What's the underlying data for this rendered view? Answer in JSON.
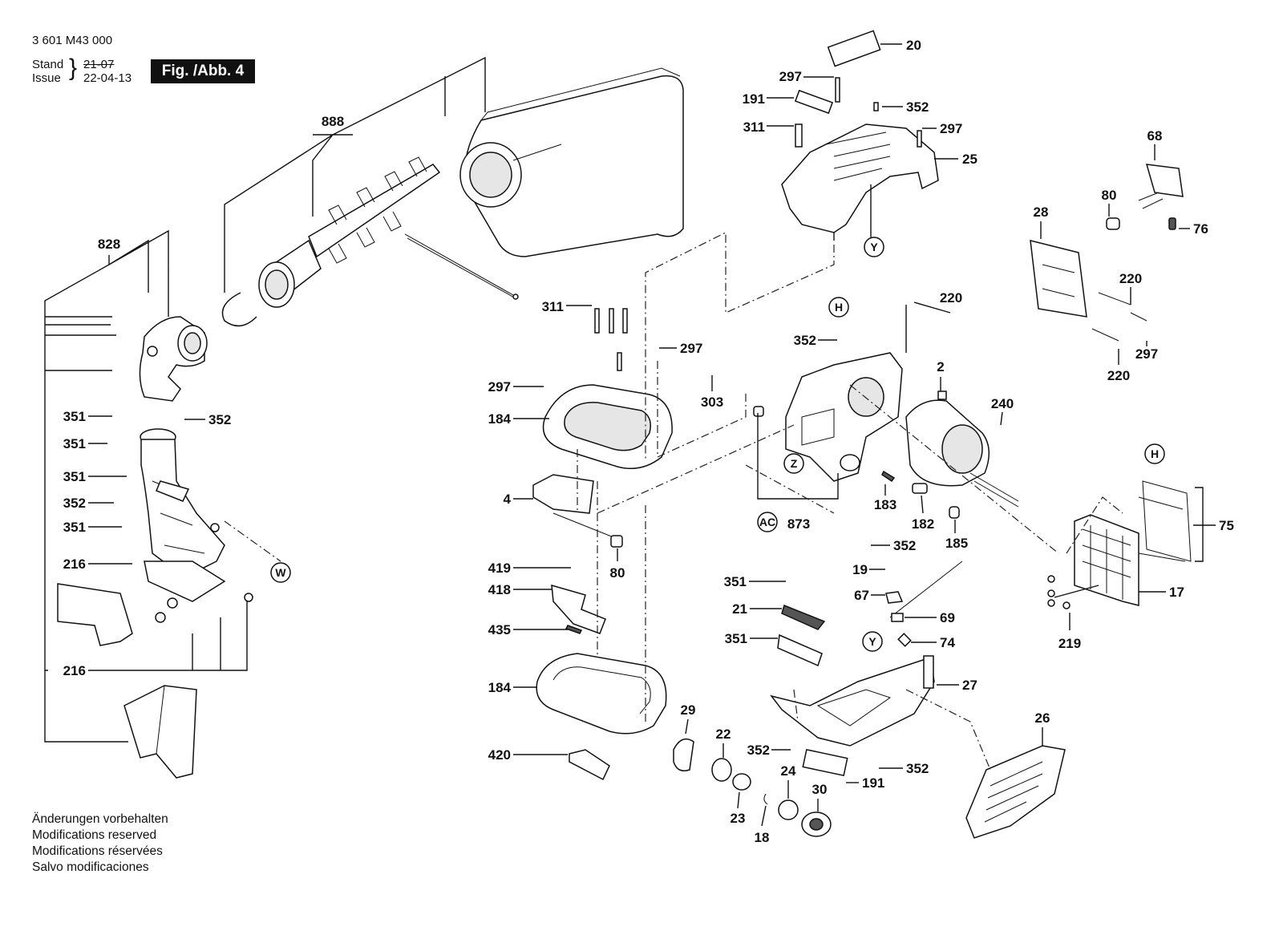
{
  "header": {
    "doc_number": "3 601 M43 000",
    "stand_label": "Stand",
    "issue_label": "Issue",
    "stand_value": "21-07",
    "issue_value": "22-04-13",
    "figure_label": "Fig. /Abb. 4"
  },
  "notes": [
    "Änderungen vorbehalten",
    "Modifications reserved",
    "Modifications réservées",
    "Salvo modificaciones"
  ],
  "callouts": [
    "H",
    "H",
    "W",
    "Y",
    "Y",
    "Z",
    "AC"
  ],
  "part_labels": [
    "20",
    "297",
    "191",
    "352",
    "311",
    "297",
    "25",
    "888",
    "828",
    "68",
    "80",
    "76",
    "28",
    "220",
    "297",
    "220",
    "311",
    "297",
    "297",
    "184",
    "4",
    "80",
    "303",
    "352",
    "220",
    "2",
    "240",
    "873",
    "183",
    "182",
    "185",
    "352",
    "75",
    "351",
    "352",
    "351",
    "351",
    "352",
    "351",
    "216",
    "216",
    "419",
    "418",
    "435",
    "184",
    "420",
    "29",
    "22",
    "23",
    "24",
    "18",
    "30",
    "351",
    "19",
    "21",
    "351",
    "67",
    "69",
    "74",
    "27",
    "352",
    "352",
    "191",
    "26",
    "17",
    "219"
  ]
}
